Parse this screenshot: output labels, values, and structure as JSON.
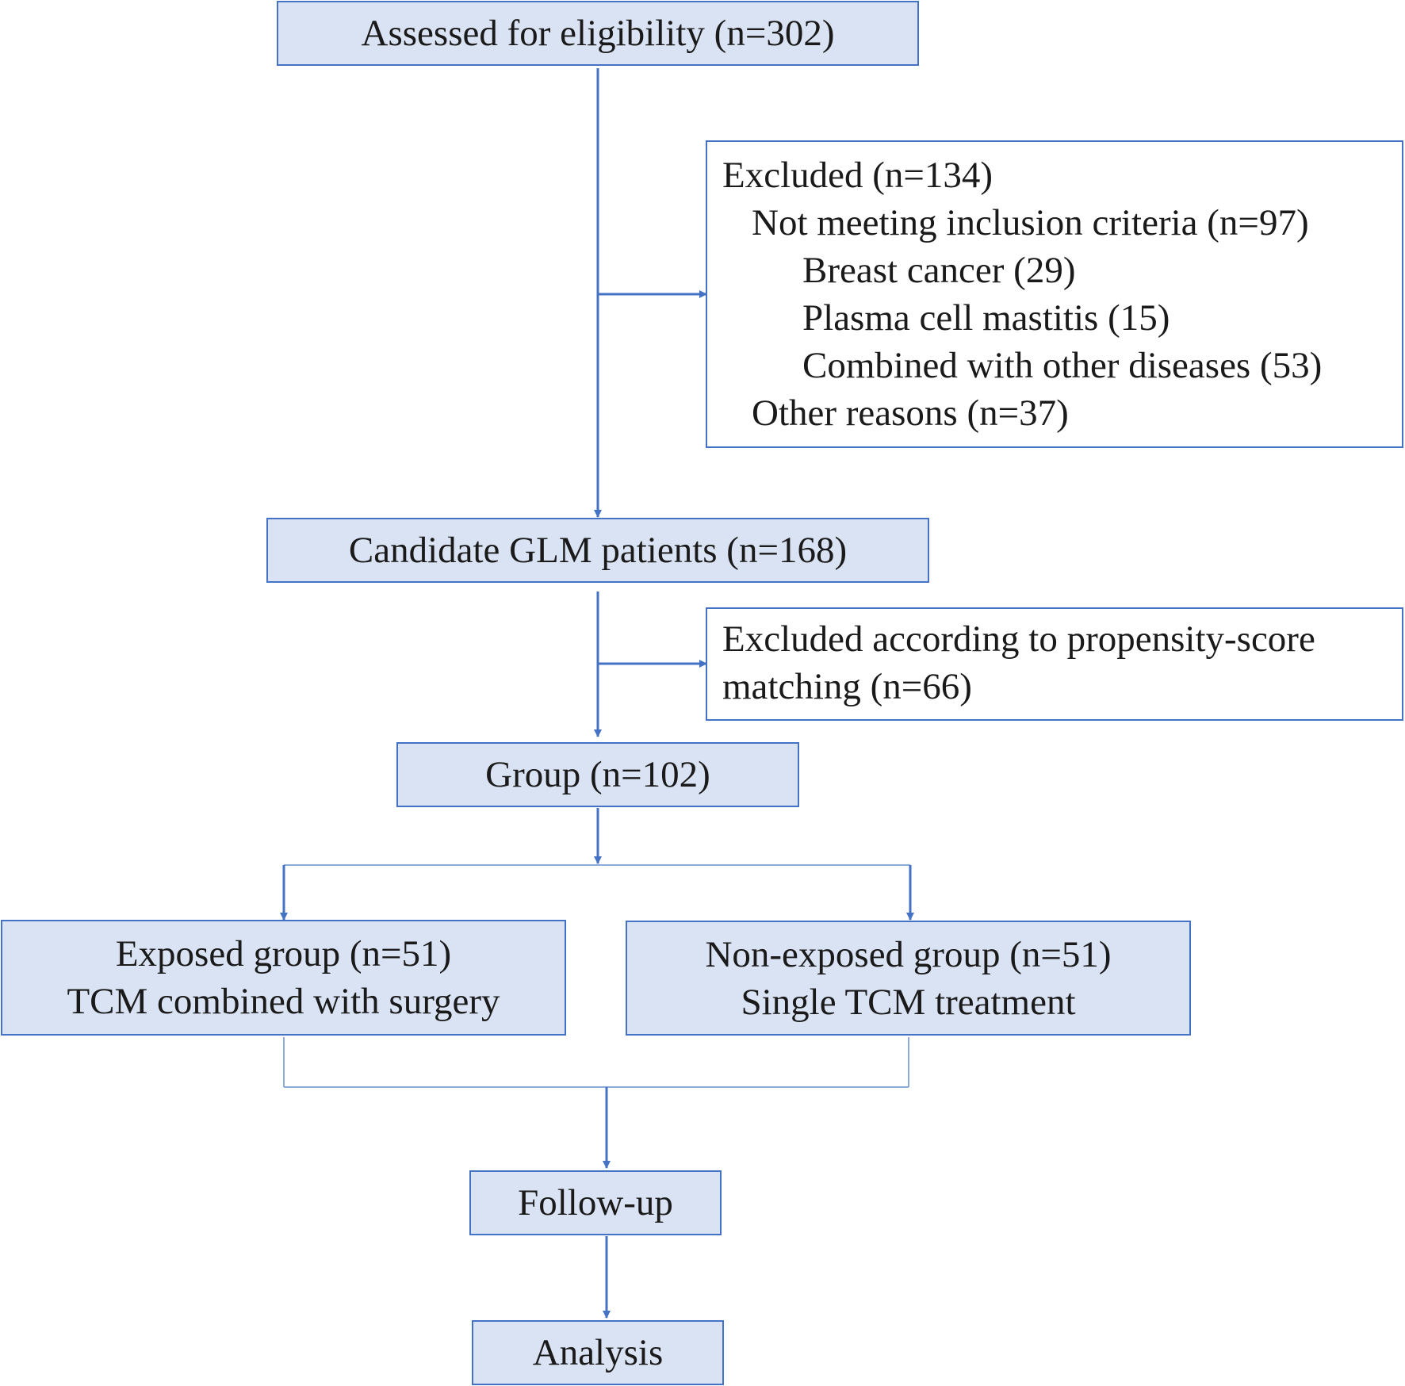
{
  "boxes": {
    "assessed": "Assessed for eligibility (n=302)",
    "excluded1": {
      "title": "Excluded (n=134)",
      "not_meeting": "Not meeting inclusion criteria (n=97)",
      "breast_cancer": "Breast cancer (29)",
      "plasma_cell": "Plasma cell mastitis (15)",
      "combined": "Combined with other diseases (53)",
      "other": "Other reasons (n=37)"
    },
    "candidate": "Candidate GLM patients (n=168)",
    "excluded2": {
      "line1": "Excluded according to propensity-score",
      "line2": "matching (n=66)"
    },
    "group": "Group (n=102)",
    "exposed": {
      "line1": "Exposed group (n=51)",
      "line2": "TCM combined with surgery"
    },
    "non_exposed": {
      "line1": "Non-exposed group (n=51)",
      "line2": "Single TCM treatment"
    },
    "followup": "Follow-up",
    "analysis": "Analysis"
  },
  "colors": {
    "border": "#4472c4",
    "fill": "#dae3f3",
    "connector": "#4472c4",
    "thin_connector": "#8eaadb"
  }
}
